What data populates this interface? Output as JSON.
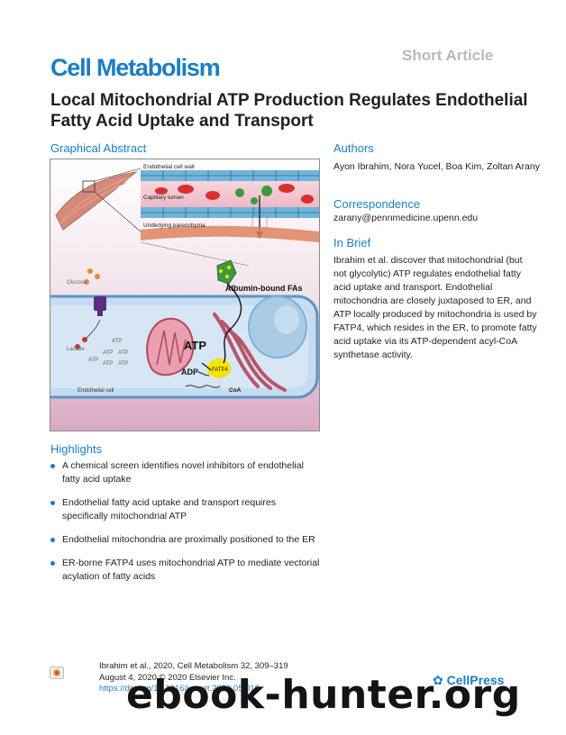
{
  "header": {
    "article_type": "Short Article",
    "journal": "Cell Metabolism",
    "title": "Local Mitochondrial ATP Production Regulates Endothelial Fatty Acid Uptake and Transport"
  },
  "graphical_abstract": {
    "heading": "Graphical Abstract",
    "labels": {
      "cell_wall": "Endothelial cell wall",
      "capillary_lumen": "Capillary lumen",
      "parenchyma": "Underlying parenchyma",
      "albumin": "Albumin-bound FAs",
      "glucose": "Glucose",
      "lactate": "Lactate",
      "atp_small": "ATP",
      "atp_big": "ATP",
      "adp": "ADP",
      "fatp4": "FATP4",
      "coa": "CoA",
      "endothelial_cell": "Endothelial cell"
    }
  },
  "authors": {
    "heading": "Authors",
    "names": "Ayon Ibrahim, Nora Yucel, Boa Kim, Zoltan Arany"
  },
  "correspondence": {
    "heading": "Correspondence",
    "email": "zarany@pennmedicine.upenn.edu"
  },
  "in_brief": {
    "heading": "In Brief",
    "text": "Ibrahim et al. discover that mitochondrial (but not glycolytic) ATP regulates endothelial fatty acid uptake and transport. Endothelial mitochondria are closely juxtaposed to ER, and ATP locally produced by mitochondria is used by FATP4, which resides in the ER, to promote fatty acid uptake via its ATP-dependent acyl-CoA synthetase activity."
  },
  "highlights": {
    "heading": "Highlights",
    "items": [
      "A chemical screen identifies novel inhibitors of endothelial fatty acid uptake",
      "Endothelial fatty acid uptake and transport requires specifically mitochondrial ATP",
      "Endothelial mitochondria are proximally positioned to the ER",
      "ER-borne FATP4 uses mitochondrial ATP to mediate vectorial acylation of fatty acids"
    ]
  },
  "citation": {
    "line1": "Ibrahim et al., 2020, Cell Metabolism 32, 309–319",
    "line2": "August 4, 2020 © 2020 Elsevier Inc.",
    "doi": "https://doi.org/10.1016/j.cmet.2020.05.018"
  },
  "publisher": "CellPress",
  "watermark": "ebook-hunter.org"
}
